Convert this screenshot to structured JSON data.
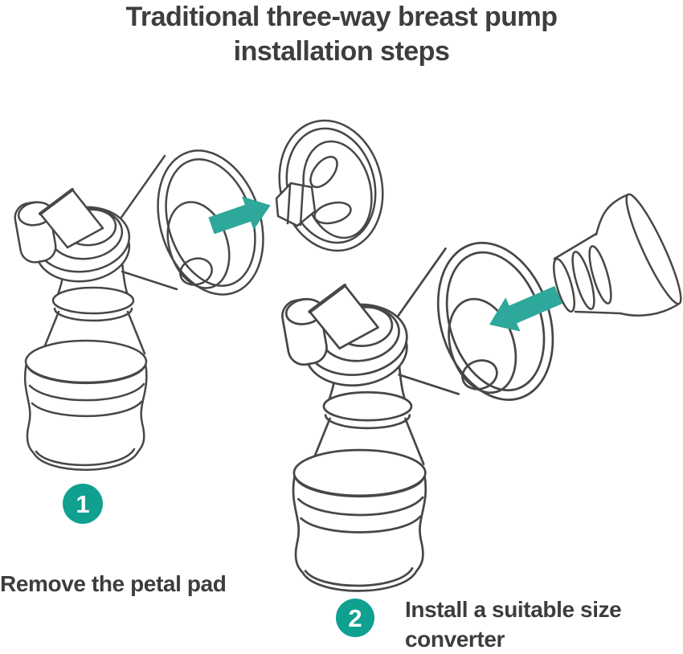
{
  "title": {
    "line1": "Traditional three-way breast pump",
    "line2": "installation steps"
  },
  "steps": [
    {
      "number": "1",
      "label": "Remove the petal pad"
    },
    {
      "number": "2",
      "label_line1": "Install a suitable size",
      "label_line2": "converter"
    }
  ],
  "colors": {
    "background": "#ffffff",
    "step_badge_teal": "#0fa090",
    "arrow_teal": "#2da89a",
    "line_art_gray": "#474747",
    "text_gray": "#3d3d3d"
  },
  "icons": {
    "step1_arrow": "arrow-right-icon",
    "step2_arrow": "arrow-down-left-icon",
    "step1_badge": "numbered-circle-icon",
    "step2_badge": "numbered-circle-icon"
  },
  "figures": {
    "step1_assembly": "breast-pump-bottle-assembly",
    "step1_part": "petal-pad",
    "step2_assembly": "breast-pump-bottle-assembly",
    "step2_part": "size-converter"
  }
}
